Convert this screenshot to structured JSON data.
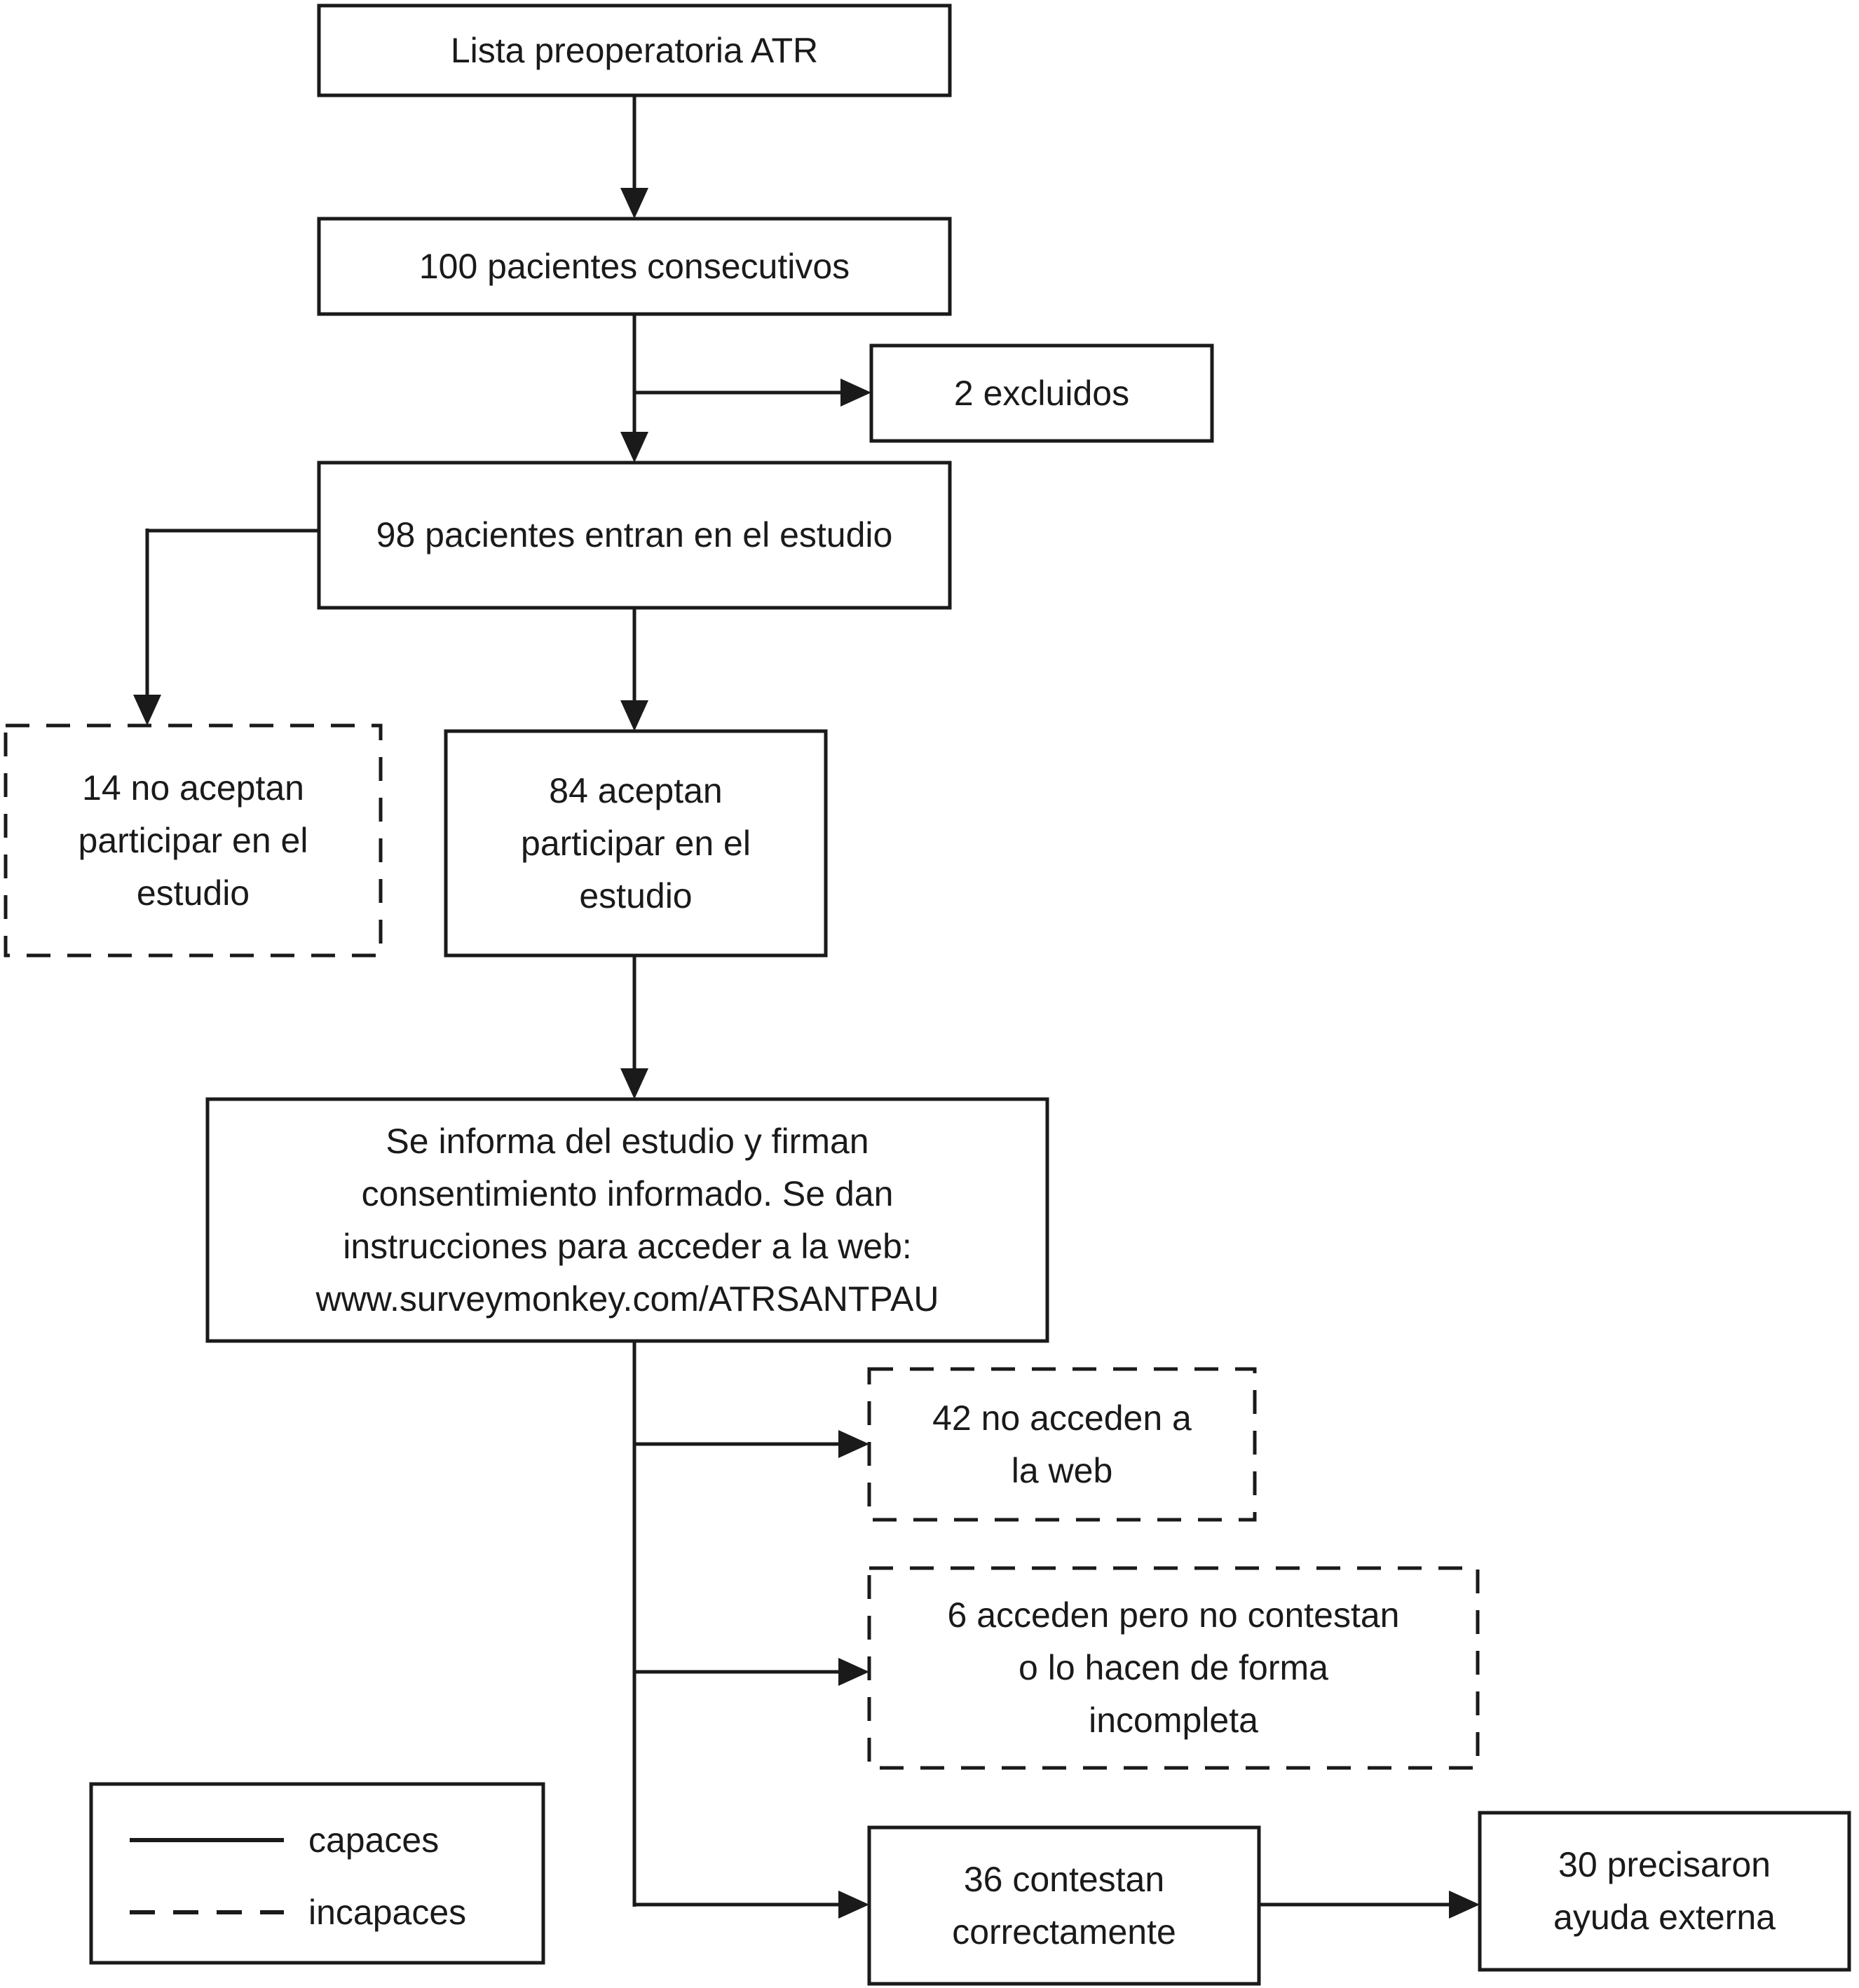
{
  "nodes": {
    "lista": {
      "label": "Lista preoperatoria ATR"
    },
    "consecutivos": {
      "label": "100 pacientes consecutivos"
    },
    "excluidos": {
      "label": "2 excluidos"
    },
    "entran": {
      "label": "98 pacientes entran en el estudio"
    },
    "no_aceptan": {
      "label": "14 no aceptan\nparticipar en el\nestudio"
    },
    "aceptan": {
      "label": "84 aceptan\nparticipar en el\nestudio"
    },
    "informa": {
      "label": "Se informa del estudio y firman\nconsentimiento informado. Se dan\ninstrucciones para acceder a la web:\nwww.surveymonkey.com/ATRSANTPAU"
    },
    "no_acceden": {
      "label": "42 no acceden a\nla web"
    },
    "acceden_incompleta": {
      "label": "6 acceden pero no contestan\no lo hacen de forma\nincompleta"
    },
    "contestan": {
      "label": "36 contestan\ncorrectamente"
    },
    "ayuda": {
      "label": "30 precisaron\nayuda externa"
    }
  },
  "legend": {
    "items": [
      {
        "line_style": "solid",
        "label": "capaces"
      },
      {
        "line_style": "dashed",
        "label": "incapaces"
      }
    ]
  },
  "colors": {
    "ink": "#1a1a1a",
    "background": "#ffffff"
  }
}
